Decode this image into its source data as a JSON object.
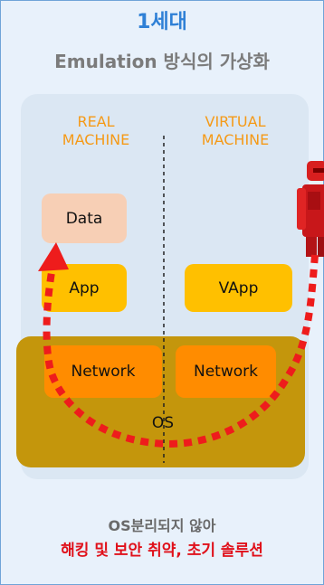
{
  "header": {
    "generation": "1세대",
    "subtitle": "Emulation 방식의 가상화"
  },
  "columns": {
    "real_line1": "REAL",
    "real_line2": "MACHINE",
    "virtual_line1": "VIRTUAL",
    "virtual_line2": "MACHINE"
  },
  "blocks": {
    "data": "Data",
    "app": "App",
    "vapp": "VApp",
    "network_real": "Network",
    "network_virtual": "Network",
    "os": "OS"
  },
  "footer": {
    "line1": "OS분리되지 않아",
    "line2": "해킹 및 보안 취약, 초기 솔루션"
  },
  "colors": {
    "title": "#2f80d6",
    "subtitle": "#7b7b7b",
    "column_label": "#f59a17",
    "attack_path": "#ee1c1c",
    "warning": "#e0101a"
  },
  "icons": [
    "attacker-figure-icon",
    "attack-arrow-icon"
  ]
}
